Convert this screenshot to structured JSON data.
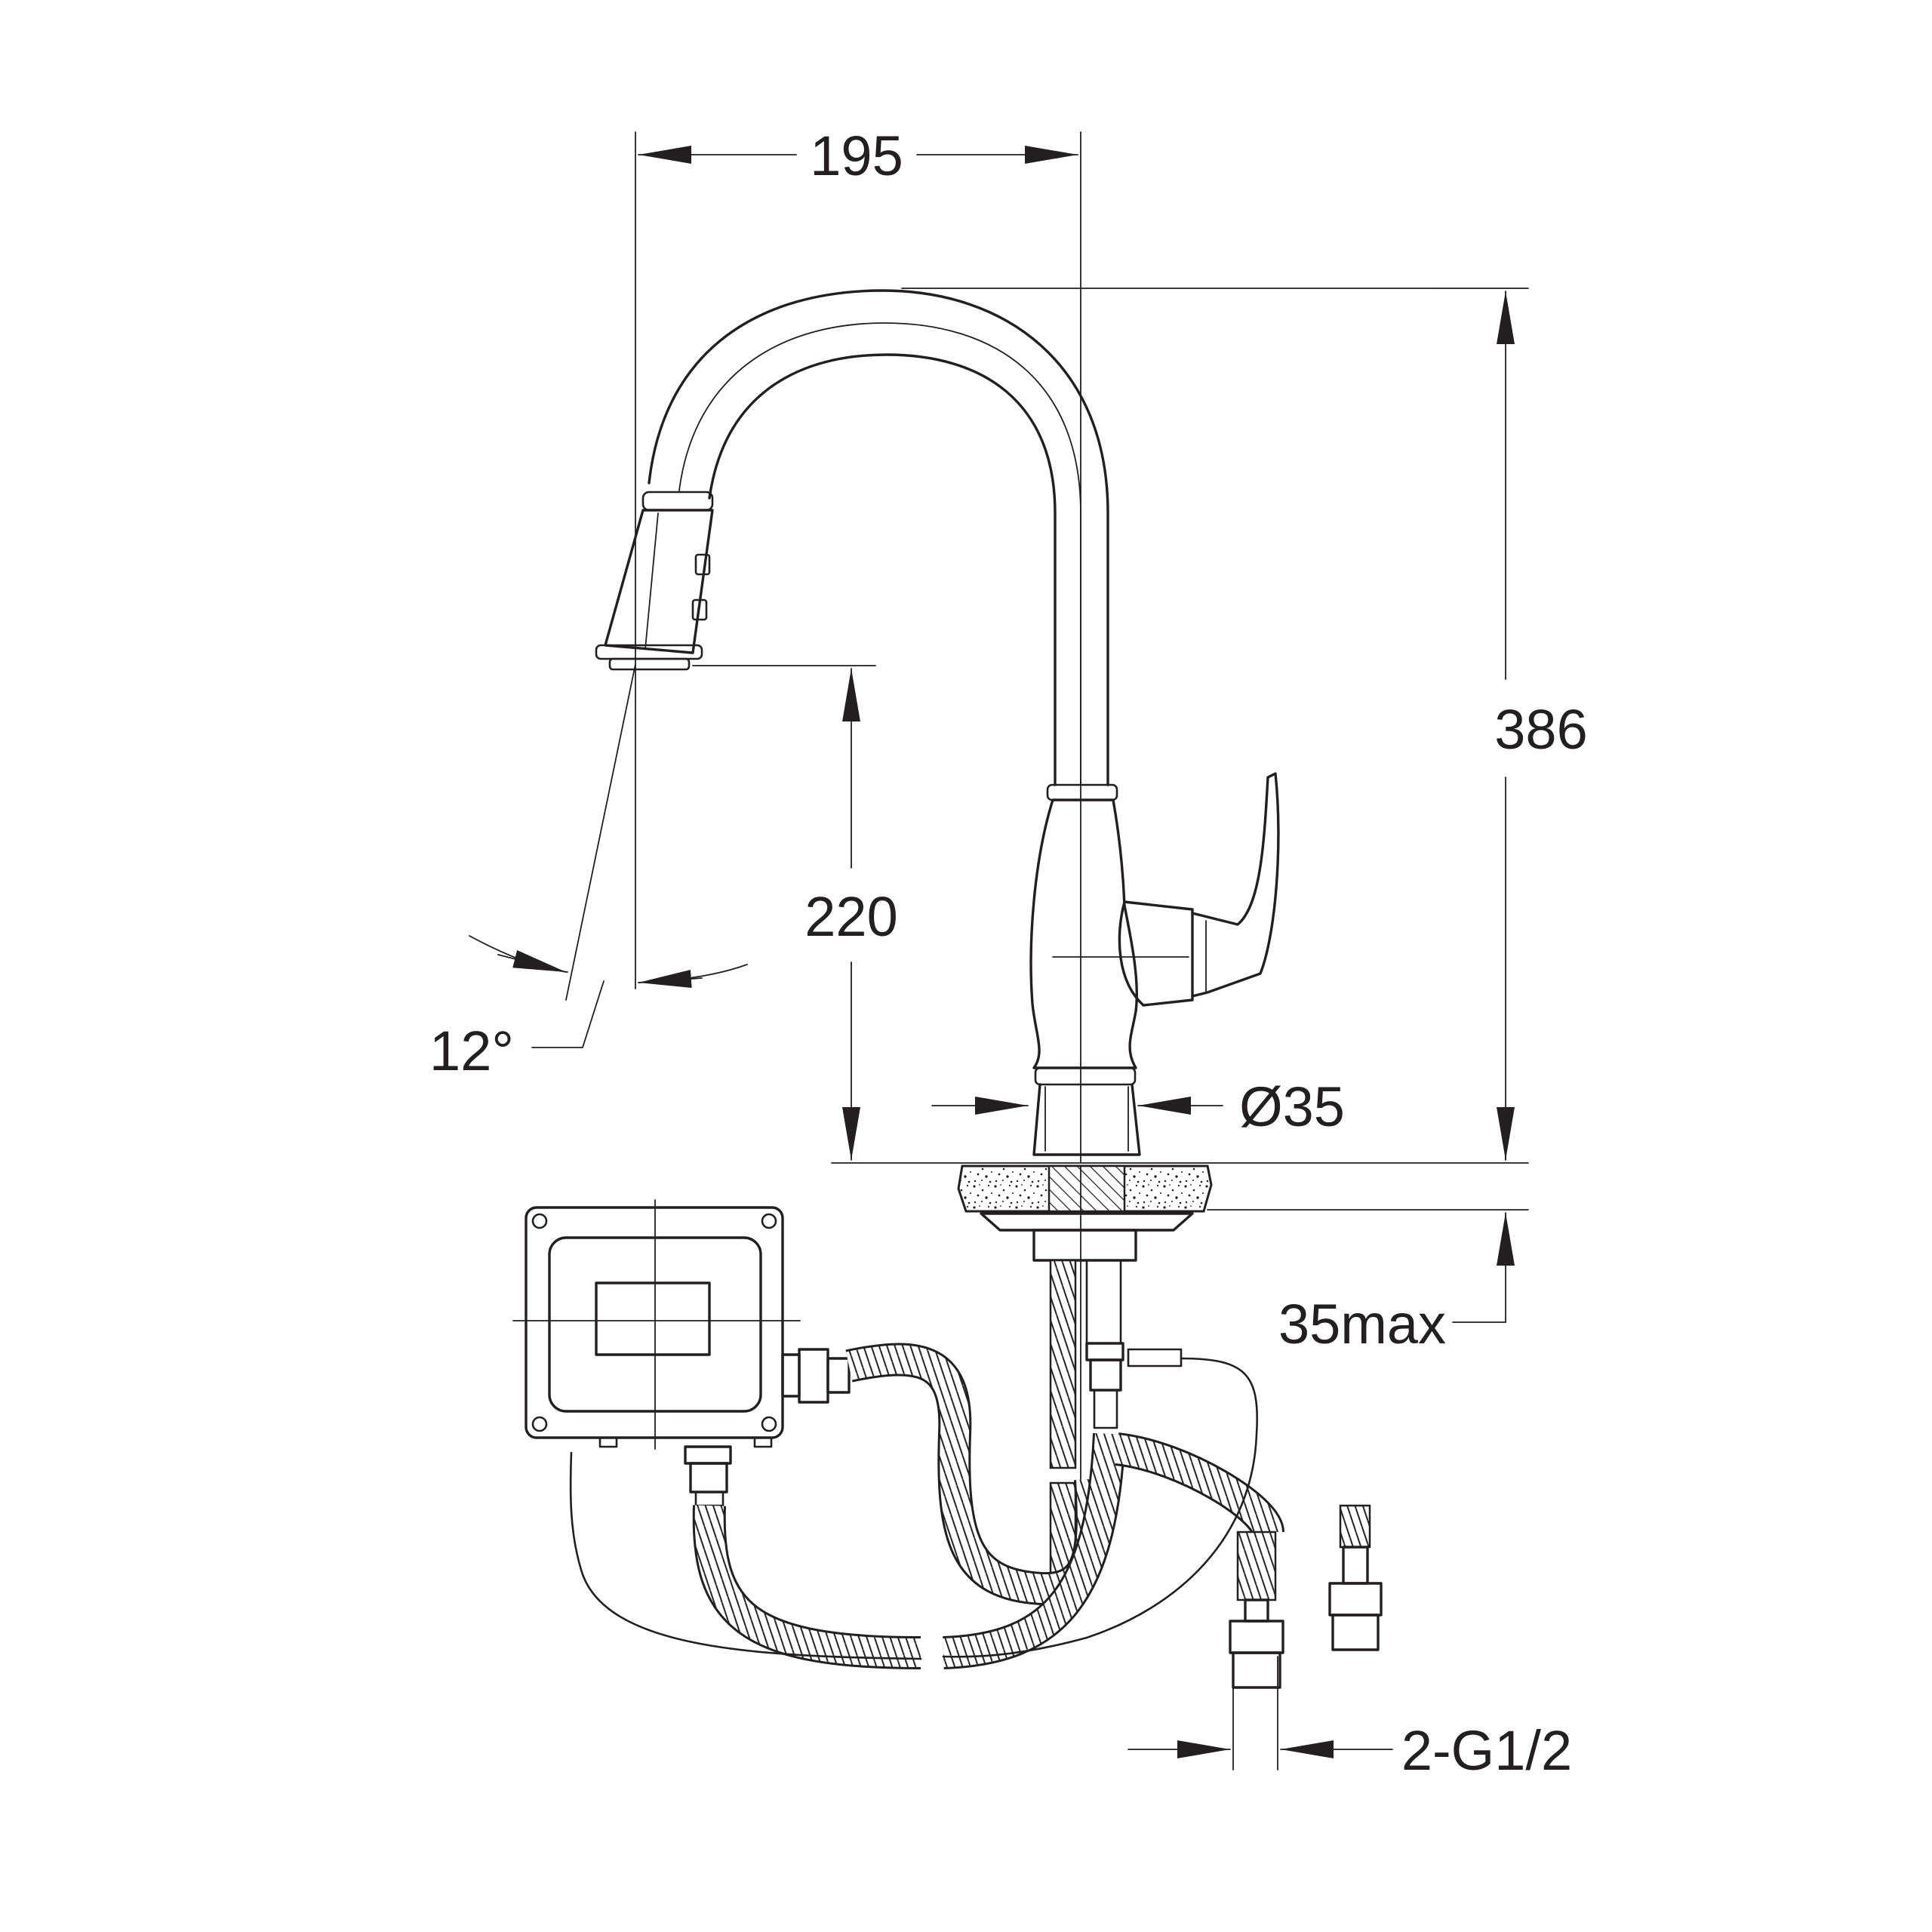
{
  "diagram": {
    "line_color": "#231f20",
    "background": "#ffffff",
    "dimensions": {
      "reach": "195",
      "height": "386",
      "spout_height": "220",
      "angle": "12°",
      "diameter": "Ø35",
      "deck_thickness": "35max",
      "connections": "2-G1/2"
    }
  }
}
